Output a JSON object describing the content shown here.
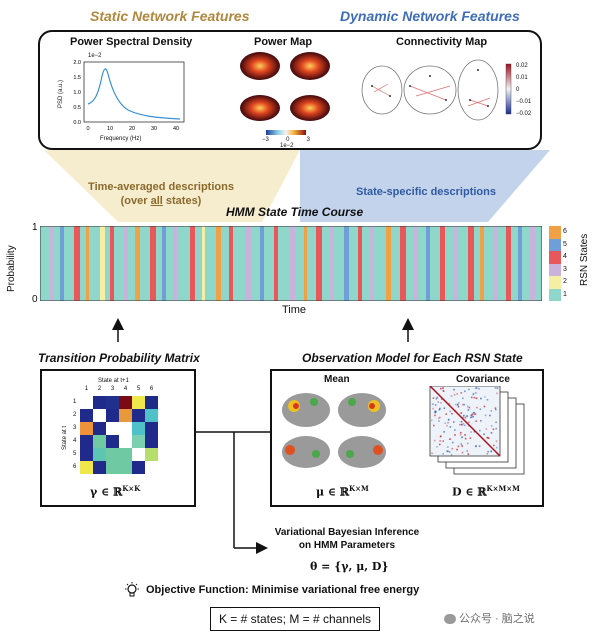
{
  "header": {
    "static_title": "Static Network Features",
    "dynamic_title": "Dynamic Network Features"
  },
  "psd": {
    "title": "Power Spectral Density",
    "scale_note": "1e−2",
    "ylabel": "PSD (a.u.)",
    "xlabel": "Frequency (Hz)",
    "yticks": [
      "0.0",
      "0.5",
      "1.0",
      "1.5",
      "2.0"
    ],
    "xticks": [
      "0",
      "10",
      "20",
      "30",
      "40"
    ],
    "color": "#3a8fd6"
  },
  "power_map": {
    "title": "Power Map",
    "colorbar_ticks": [
      "−3",
      "0",
      "3"
    ],
    "colorbar_note": "1e−2"
  },
  "connectivity_map": {
    "title": "Connectivity Map",
    "colorbar_ticks": [
      "0.02",
      "0.01",
      "0",
      "−0.01",
      "−0.02"
    ]
  },
  "descriptions": {
    "static_line1": "Time-averaged descriptions",
    "static_line2_pre": "(over ",
    "static_line2_em": "all",
    "static_line2_post": " states)",
    "dynamic": "State-specific descriptions"
  },
  "time_course": {
    "title": "HMM State Time Course",
    "ylabel": "Probability",
    "xlabel": "Time",
    "yticks": [
      "1",
      "0"
    ],
    "legend_title": "RSN States",
    "states": [
      {
        "label": "6",
        "color": "#f0a045"
      },
      {
        "label": "5",
        "color": "#6f9fd6"
      },
      {
        "label": "4",
        "color": "#e8575a"
      },
      {
        "label": "3",
        "color": "#c9b3dd"
      },
      {
        "label": "2",
        "color": "#f5eea3"
      },
      {
        "label": "1",
        "color": "#8fd6cb"
      }
    ]
  },
  "tpm": {
    "title": "Transition Probability Matrix",
    "axis_top": "State at t+1",
    "axis_left": "State at t",
    "row_labels": [
      "1",
      "2",
      "3",
      "4",
      "5",
      "6"
    ],
    "col_labels": [
      "1",
      "2",
      "3",
      "4",
      "5",
      "6"
    ],
    "matrix": [
      [
        "#ffffff",
        "#1f2a8a",
        "#20308c",
        "#7a0a16",
        "#eee84a",
        "#1e2c88"
      ],
      [
        "#1f2a8a",
        "#ffffff",
        "#1f2a8a",
        "#e89a3a",
        "#1f2a8a",
        "#4fc1c9"
      ],
      [
        "#f0923a",
        "#1f2a8a",
        "#ffffff",
        "#ffffff",
        "#4fc1c9",
        "#1f2a8a"
      ],
      [
        "#1f2a8a",
        "#6fc9a3",
        "#1f2a8a",
        "#ffffff",
        "#7ad0b0",
        "#1f2a8a"
      ],
      [
        "#1f2a8a",
        "#5cc6b3",
        "#6fc9a3",
        "#6fc9a3",
        "#ffffff",
        "#b5de6a"
      ],
      [
        "#eee84a",
        "#1f2a8a",
        "#6fc9a3",
        "#6fc9a3",
        "#1f2a8a",
        "#ffffff"
      ]
    ],
    "gamma_symbol": "γ",
    "gamma_space": " ∈ ℝ",
    "gamma_dims": "K×K"
  },
  "obs_model": {
    "title": "Observation Model for Each RSN State",
    "mean_label": "Mean",
    "cov_label": "Covariance",
    "mu_symbol": "μ",
    "mu_space": " ∈ ℝ",
    "mu_dims": "K×M",
    "d_symbol": "D",
    "d_space": " ∈ ℝ",
    "d_dims": "K×M×M"
  },
  "inference": {
    "line1": "Variational Bayesian Inference",
    "line2": "on HMM Parameters",
    "theta_eq": "θ = {γ, μ, D}"
  },
  "objective": {
    "text": "Objective Function: Minimise variational free energy"
  },
  "legend_box": {
    "text": "K = # states; M = # channels"
  },
  "watermark": {
    "text": "公众号 · 脑之说"
  }
}
